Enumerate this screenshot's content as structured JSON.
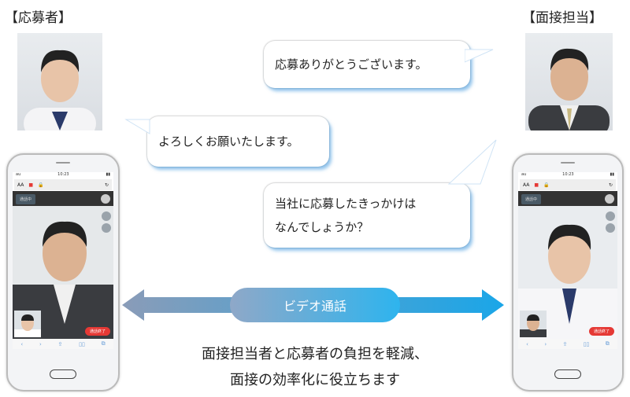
{
  "labels": {
    "applicant": "【応募者】",
    "interviewer": "【面接担当】"
  },
  "bubbles": {
    "interviewer_greeting": "応募ありがとうございます。",
    "applicant_greeting": "よろしくお願いたします。",
    "interviewer_question_line1": "当社に応募したきっかけは",
    "interviewer_question_line2": "なんでしょうか？"
  },
  "phone": {
    "time": "10:23",
    "carrier": "au",
    "font_size": "AA",
    "in_call": "通話中",
    "end_call": "通話終了",
    "nav": [
      "‹",
      "›",
      "⇪",
      "▯▯",
      "⧉"
    ]
  },
  "center": {
    "video_call": "ビデオ通話"
  },
  "caption": {
    "line1": "面接担当者と応募者の負担を軽減、",
    "line2": "面接の効率化に役立ちます"
  },
  "colors": {
    "arrow_start": "#8a9cb8",
    "arrow_end": "#1aa6e8",
    "end_button": "#e53935",
    "bubble_shadow": "#3c96dc"
  }
}
